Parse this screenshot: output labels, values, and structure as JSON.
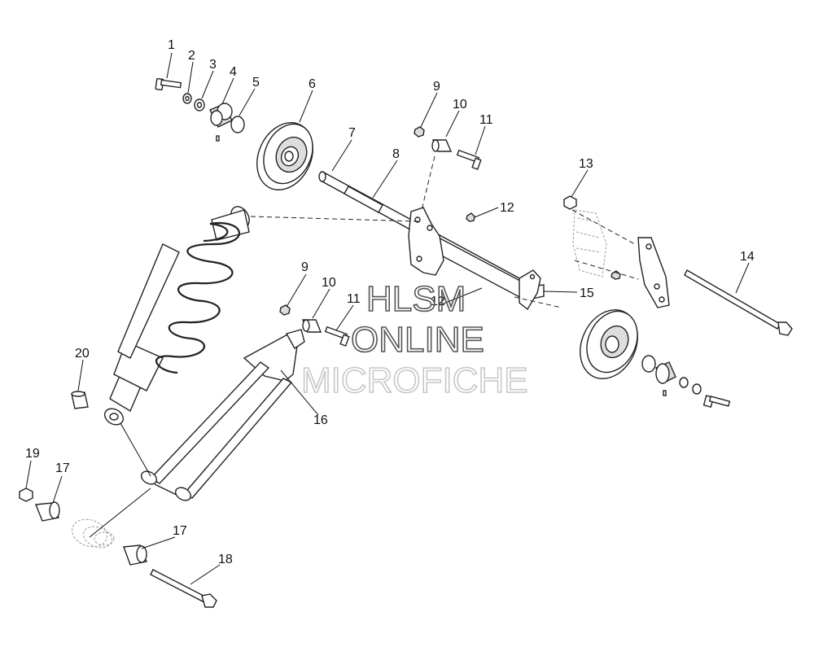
{
  "callouts": [
    {
      "id": "c1",
      "label": "1"
    },
    {
      "id": "c2",
      "label": "2"
    },
    {
      "id": "c3",
      "label": "3"
    },
    {
      "id": "c4",
      "label": "4"
    },
    {
      "id": "c5",
      "label": "5"
    },
    {
      "id": "c6",
      "label": "6"
    },
    {
      "id": "c7",
      "label": "7"
    },
    {
      "id": "c8",
      "label": "8"
    },
    {
      "id": "c9a",
      "label": "9"
    },
    {
      "id": "c10a",
      "label": "10"
    },
    {
      "id": "c11a",
      "label": "11"
    },
    {
      "id": "c12a",
      "label": "12"
    },
    {
      "id": "c13",
      "label": "13"
    },
    {
      "id": "c14",
      "label": "14"
    },
    {
      "id": "c15",
      "label": "15"
    },
    {
      "id": "c9b",
      "label": "9"
    },
    {
      "id": "c10b",
      "label": "10"
    },
    {
      "id": "c11b",
      "label": "11"
    },
    {
      "id": "c12b",
      "label": "12"
    },
    {
      "id": "c16",
      "label": "16"
    },
    {
      "id": "c17a",
      "label": "17"
    },
    {
      "id": "c17b",
      "label": "17"
    },
    {
      "id": "c18",
      "label": "18"
    },
    {
      "id": "c19",
      "label": "19"
    },
    {
      "id": "c20",
      "label": "20"
    }
  ],
  "watermark": {
    "line1": "HLSM",
    "line2": "ONLINE",
    "line3": "MICROFICHE",
    "color_dark": "#555555",
    "color_light": "#c8c8c8"
  }
}
